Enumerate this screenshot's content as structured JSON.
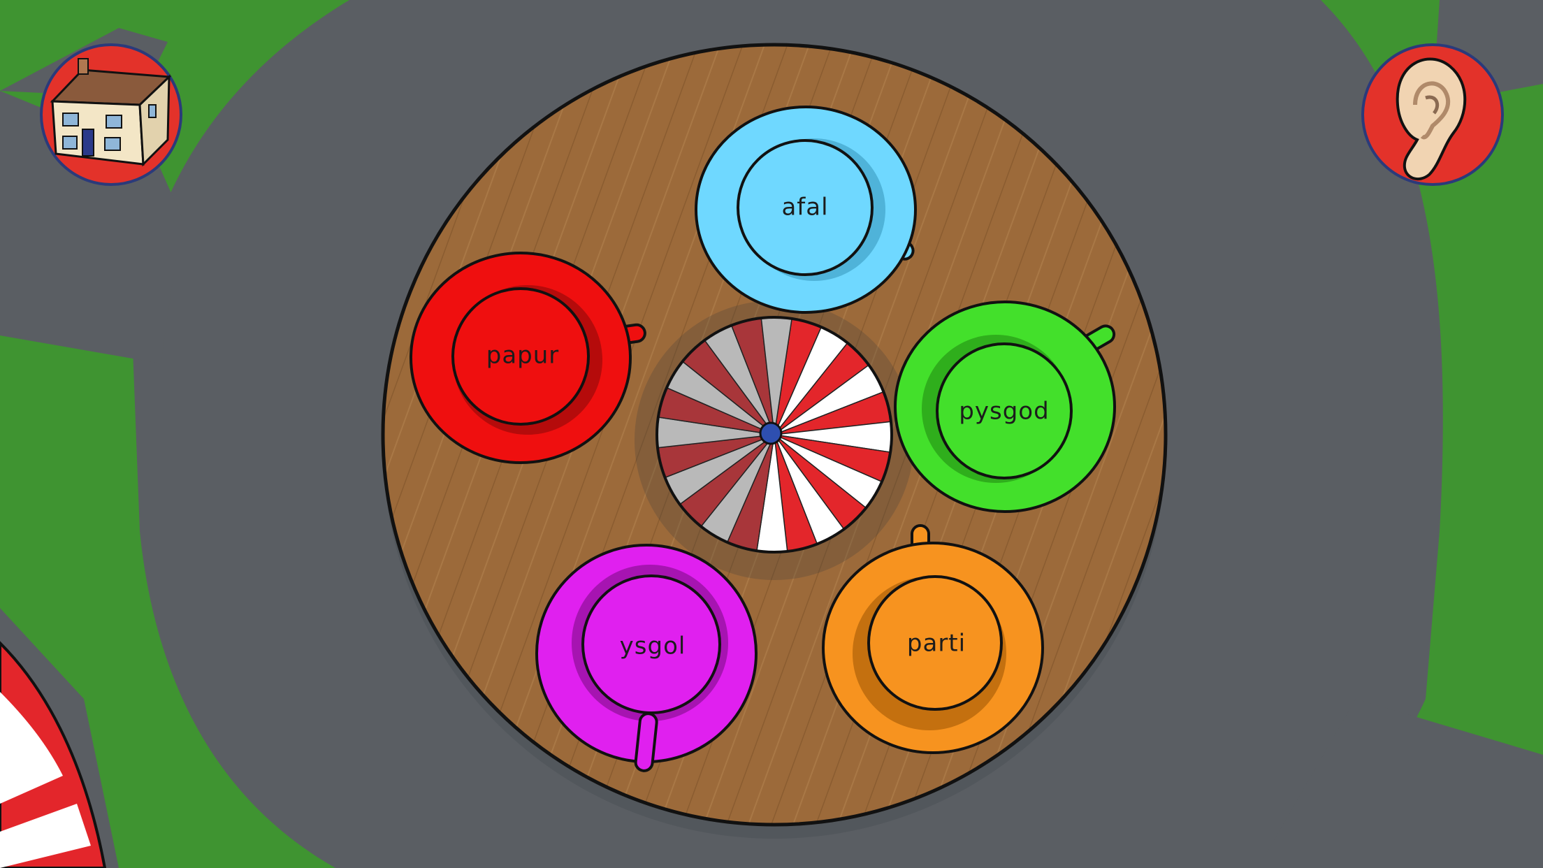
{
  "buttons": {
    "home": {
      "icon": "house-icon"
    },
    "audio": {
      "icon": "ear-icon"
    }
  },
  "cups": [
    {
      "word": "afal",
      "color": "#6fd8ff",
      "shade": "#4fb3d9"
    },
    {
      "word": "papur",
      "color": "#ef0f0f",
      "shade": "#b50b0b"
    },
    {
      "word": "pysgod",
      "color": "#43e02b",
      "shade": "#2fae1c"
    },
    {
      "word": "ysgol",
      "color": "#e020ef",
      "shade": "#a614b1"
    },
    {
      "word": "parti",
      "color": "#f7931f",
      "shade": "#c4700f"
    }
  ],
  "colors": {
    "grass": "#3f9431",
    "road": "#5a5e63",
    "table": "#9c6a3a",
    "button_red": "#e3322a",
    "button_ring": "#2b3a7a",
    "spinner_red": "#e3262b",
    "spinner_dark": "#a8363a",
    "spinner_gray": "#b9b9b9",
    "spinner_white": "#ffffff",
    "spinner_hub": "#2e4fb0"
  }
}
